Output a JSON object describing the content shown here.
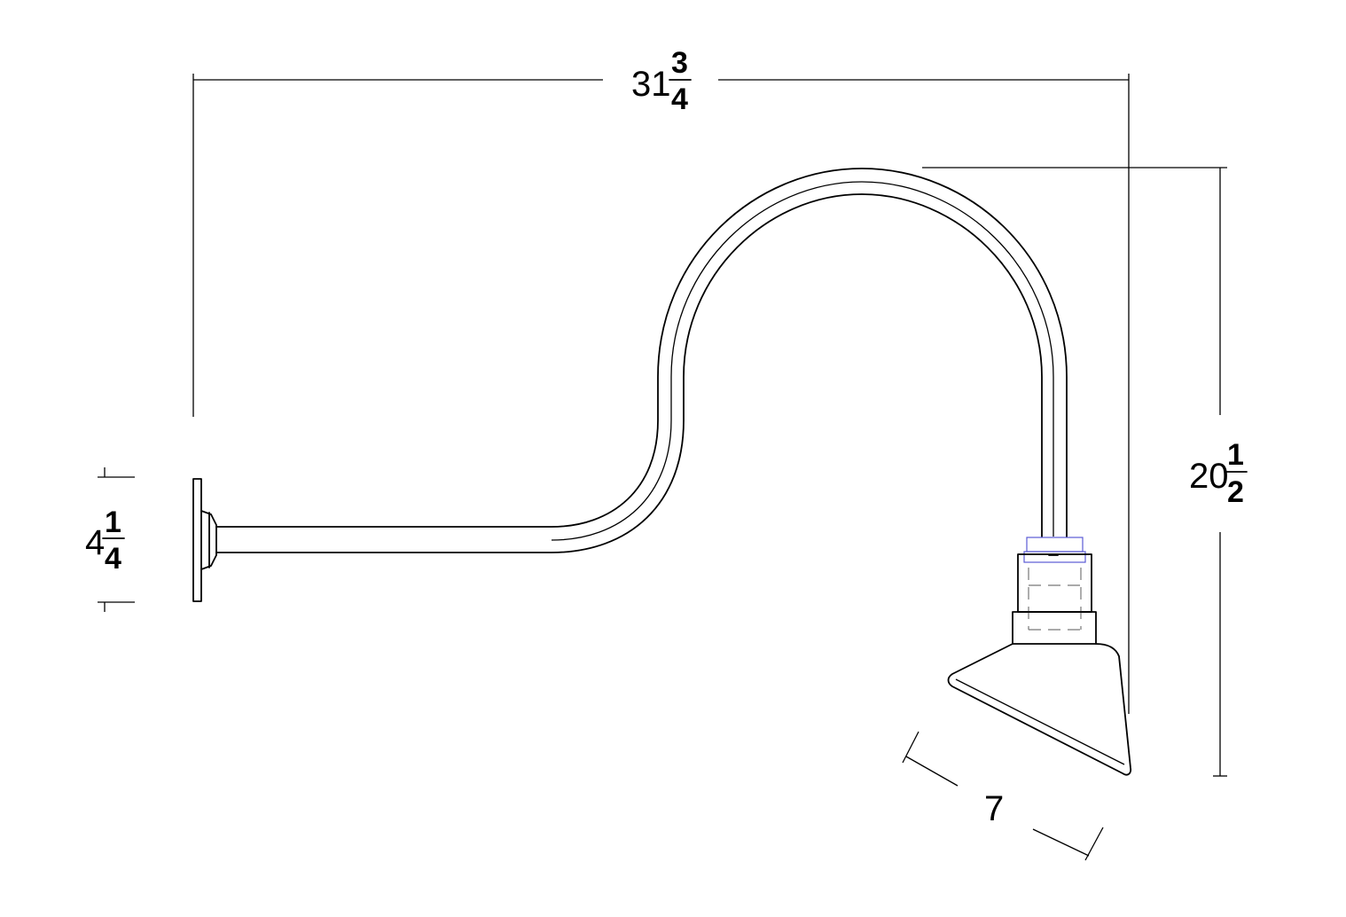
{
  "dimensions": {
    "overall_width": {
      "whole": "31",
      "numerator": "3",
      "denominator": "4"
    },
    "overall_height": {
      "whole": "20",
      "numerator": "1",
      "denominator": "2"
    },
    "backplate_height": {
      "whole": "4",
      "numerator": "1",
      "denominator": "4"
    },
    "shade_diameter": {
      "whole": "7"
    }
  }
}
